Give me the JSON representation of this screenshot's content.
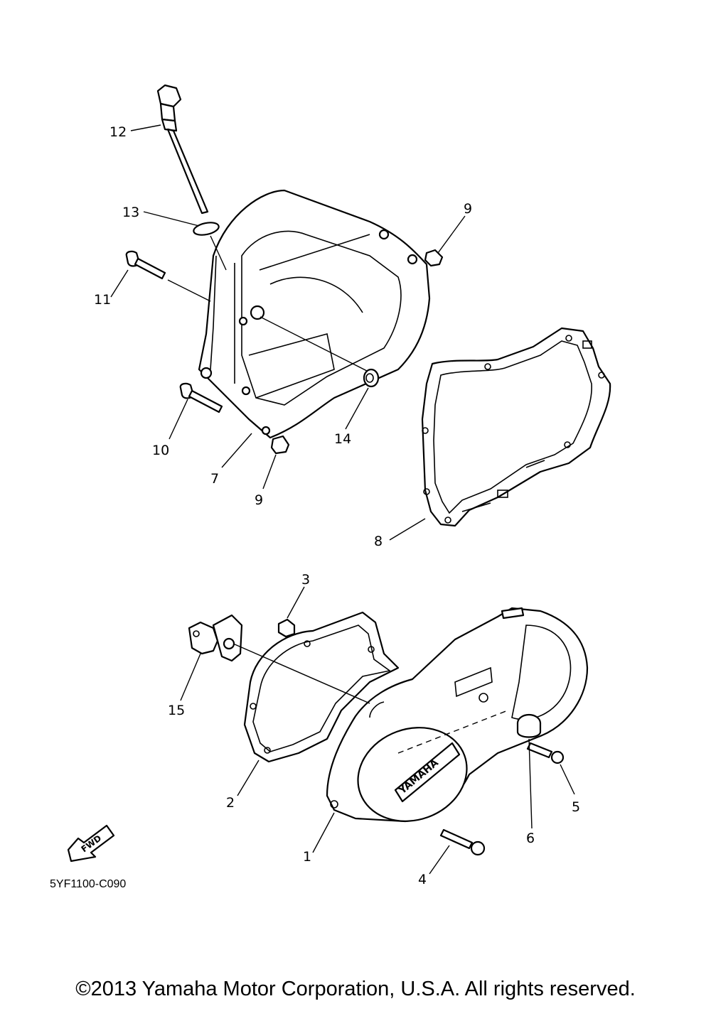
{
  "diagram": {
    "code": "5YF1100-C090",
    "copyright": "©2013 Yamaha Motor Corporation, U.S.A. All rights reserved.",
    "fwd_label": "FWD",
    "cover_logo": "YAMAHA",
    "callouts": {
      "c1": "1",
      "c2": "2",
      "c3": "3",
      "c4": "4",
      "c5": "5",
      "c6": "6",
      "c7": "7",
      "c8": "8",
      "c9a": "9",
      "c9b": "9",
      "c10": "10",
      "c11": "11",
      "c12": "12",
      "c13": "13",
      "c14": "14",
      "c15": "15"
    }
  }
}
